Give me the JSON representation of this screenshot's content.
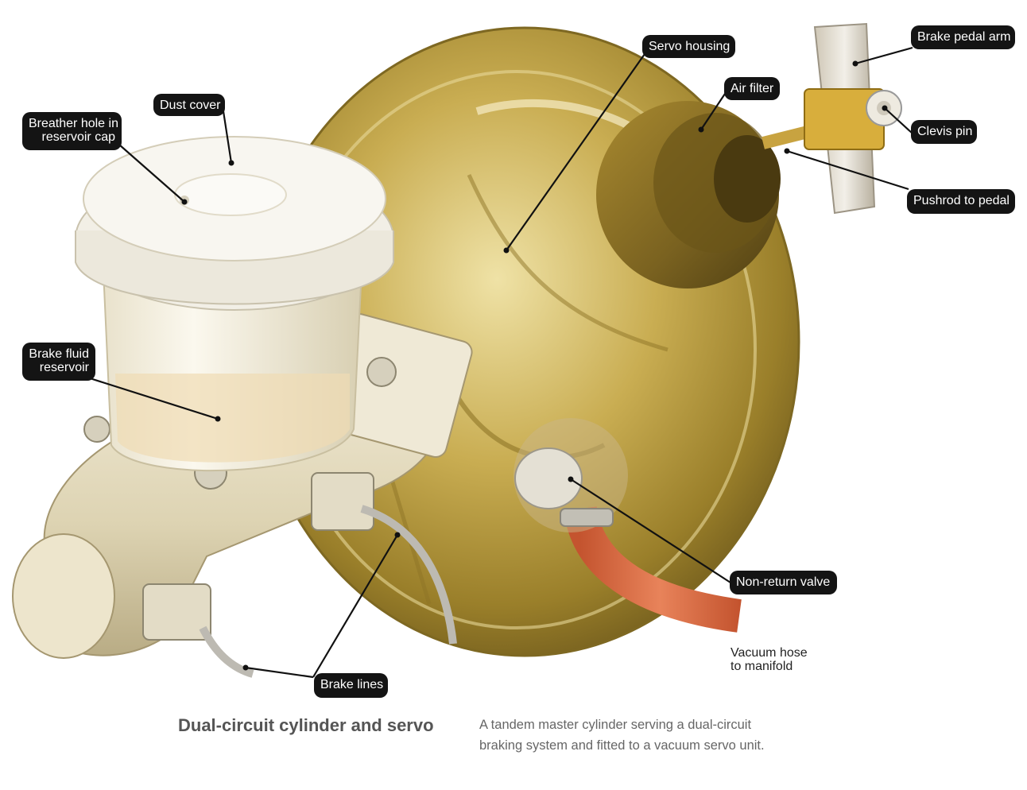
{
  "diagram": {
    "labels": {
      "breather_hole": "Breather hole in\nreservoir cap",
      "dust_cover": "Dust cover",
      "servo_housing": "Servo housing",
      "air_filter": "Air filter",
      "brake_pedal_arm": "Brake pedal arm",
      "clevis_pin": "Clevis pin",
      "pushrod_to_pedal": "Pushrod to pedal",
      "brake_fluid_reservoir": "Brake fluid\nreservoir",
      "non_return_valve": "Non-return valve",
      "vacuum_hose": "Vacuum hose\nto manifold",
      "brake_lines": "Brake lines"
    },
    "colors": {
      "callout_bg": "#141414",
      "servo_gold": "#b89a3a",
      "reservoir_white": "#f3eedf",
      "hose_orange": "#d9643a"
    }
  },
  "caption": {
    "title": "Dual-circuit cylinder and servo",
    "text": "A tandem master cylinder serving a dual-circuit braking system and fitted to a vacuum servo unit."
  }
}
